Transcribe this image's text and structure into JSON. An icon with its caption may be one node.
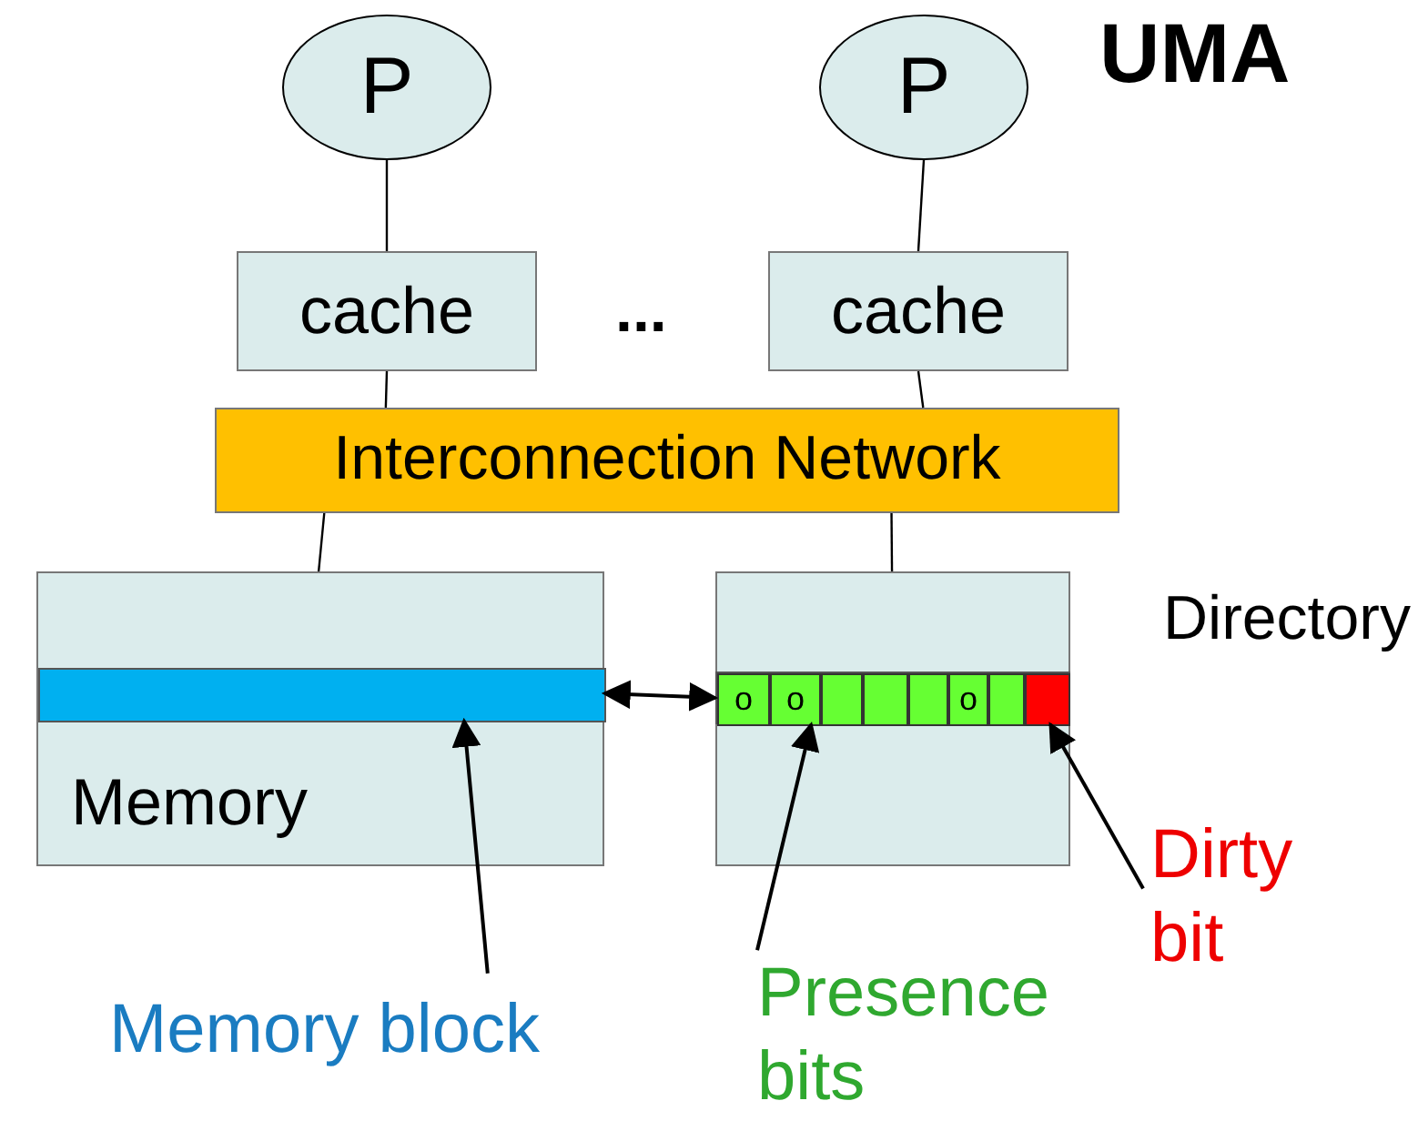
{
  "diagram": {
    "title": "UMA",
    "nodes": [
      {
        "text": [
          "P"
        ]
      },
      {
        "text": [
          "P"
        ]
      },
      {
        "text": [
          "cache"
        ]
      },
      {
        "text": [
          "cache"
        ]
      },
      {
        "text": [
          "Interconnection Network"
        ]
      },
      {
        "text": [
          "Memory"
        ]
      },
      {
        "text": [],
        "shape": "bar",
        "in": 5
      },
      {
        "text": [
          "Directory"
        ]
      },
      {
        "text": [],
        "shape": "bar",
        "in": 7
      },
      {
        "text": [
          "o"
        ],
        "in": 8
      },
      {
        "text": [
          "o"
        ],
        "in": 8
      },
      {
        "text": [],
        "shape": "box",
        "in": 8
      },
      {
        "text": [],
        "shape": "box",
        "in": 8
      },
      {
        "text": [],
        "shape": "box",
        "in": 8
      },
      {
        "text": [
          "o"
        ],
        "in": 8
      },
      {
        "text": [],
        "shape": "box",
        "in": 8
      },
      {
        "text": [],
        "shape": "box",
        "in": 8
      },
      {
        "text": [
          "Memory block"
        ]
      },
      {
        "text": [
          "Presence bits"
        ]
      },
      {
        "text": [
          "Dirty bit"
        ]
      }
    ],
    "edges": [
      {
        "from": 0,
        "to": 2,
        "arrow": "none"
      },
      {
        "from": 1,
        "to": 3,
        "arrow": "none"
      },
      {
        "from": 2,
        "to": 4,
        "arrow": "none"
      },
      {
        "from": 3,
        "to": 4,
        "arrow": "none"
      },
      {
        "from": 4,
        "to": 5,
        "arrow": "none"
      },
      {
        "from": 4,
        "to": 7,
        "arrow": "none"
      },
      {
        "from": 6,
        "to": 8,
        "arrow": "both"
      },
      {
        "from": 17,
        "to": 6,
        "arrow": "to"
      },
      {
        "from": 18,
        "to": 8,
        "arrow": "to"
      },
      {
        "from": 19,
        "to": 16,
        "arrow": "to"
      }
    ],
    "labels": [
      "..."
    ]
  }
}
